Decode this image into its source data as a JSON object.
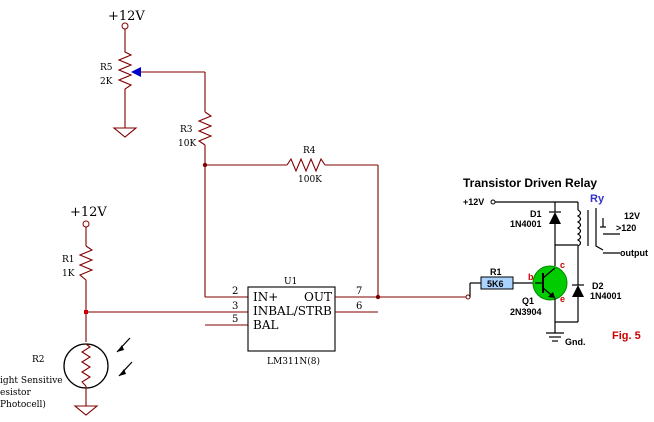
{
  "left": {
    "vcc_top": "+12V",
    "r5": {
      "ref": "R5",
      "value": "2K"
    },
    "r3": {
      "ref": "R3",
      "value": "10K"
    },
    "r4": {
      "ref": "R4",
      "value": "100K"
    },
    "vcc_mid": "+12V",
    "r1": {
      "ref": "R1",
      "value": "1K"
    },
    "r2": {
      "ref": "R2",
      "desc": [
        "ight Sensitive",
        "esistor",
        "Photocell)"
      ]
    },
    "u1": {
      "ref": "U1",
      "part": "LM311N(8)",
      "pin_in_plus": "IN+",
      "pin_inbal": "INBAL/STRB",
      "pin_bal": "BAL",
      "pin_out": "OUT",
      "pin2": "2",
      "pin3": "3",
      "pin5": "5",
      "pin7": "7",
      "pin6": "6"
    }
  },
  "relay": {
    "title": "Transistor Driven Relay",
    "vcc": "+12V",
    "d1": {
      "ref": "D1",
      "part": "1N4001"
    },
    "ry": "Ry",
    "load": "12V",
    "load2": ">120",
    "output": "output",
    "r1": {
      "ref": "R1",
      "value": "5K6"
    },
    "q1": {
      "ref": "Q1",
      "part": "2N3904",
      "b": "b",
      "c": "c",
      "e": "e"
    },
    "d2": {
      "ref": "D2",
      "part": "1N4001"
    },
    "gnd": "Gnd.",
    "fig": "Fig. 5"
  },
  "colors": {
    "wire": "#800000",
    "transistor": "#00cc00",
    "accent_red": "#cc0000",
    "relay_label": "#3333cc",
    "resistor_fill": "#aad4ff"
  }
}
